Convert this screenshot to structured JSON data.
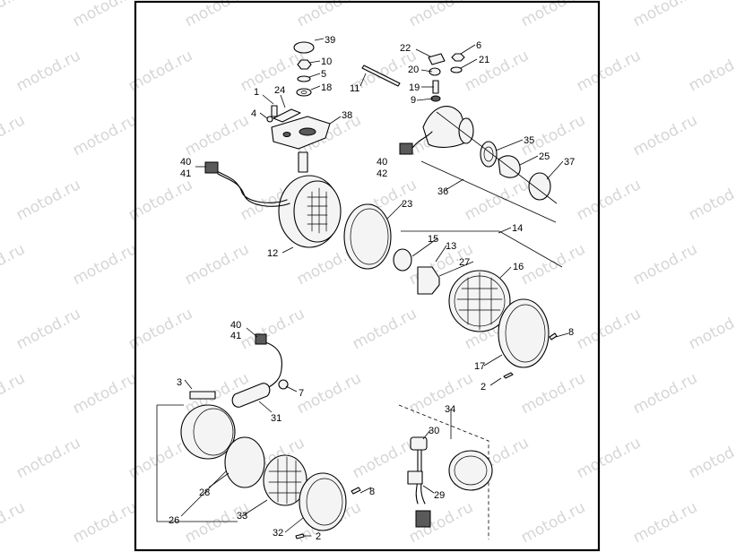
{
  "watermark": {
    "text": "motod.ru",
    "color": "#d6d6d6"
  },
  "callouts": [
    {
      "label": "39"
    },
    {
      "label": "10"
    },
    {
      "label": "5"
    },
    {
      "label": "18"
    },
    {
      "label": "1"
    },
    {
      "label": "24"
    },
    {
      "label": "4"
    },
    {
      "label": "38"
    },
    {
      "label": "40"
    },
    {
      "label": "41"
    },
    {
      "label": "12"
    },
    {
      "label": "11"
    },
    {
      "label": "22"
    },
    {
      "label": "6"
    },
    {
      "label": "21"
    },
    {
      "label": "20"
    },
    {
      "label": "19"
    },
    {
      "label": "9"
    },
    {
      "label": "40"
    },
    {
      "label": "42"
    },
    {
      "label": "35"
    },
    {
      "label": "25"
    },
    {
      "label": "37"
    },
    {
      "label": "36"
    },
    {
      "label": "23"
    },
    {
      "label": "14"
    },
    {
      "label": "15"
    },
    {
      "label": "13"
    },
    {
      "label": "27"
    },
    {
      "label": "16"
    },
    {
      "label": "8"
    },
    {
      "label": "17"
    },
    {
      "label": "2"
    },
    {
      "label": "40"
    },
    {
      "label": "41"
    },
    {
      "label": "3"
    },
    {
      "label": "7"
    },
    {
      "label": "31"
    },
    {
      "label": "34"
    },
    {
      "label": "30"
    },
    {
      "label": "28"
    },
    {
      "label": "33"
    },
    {
      "label": "29"
    },
    {
      "label": "8"
    },
    {
      "label": "26"
    },
    {
      "label": "32"
    },
    {
      "label": "2"
    }
  ]
}
